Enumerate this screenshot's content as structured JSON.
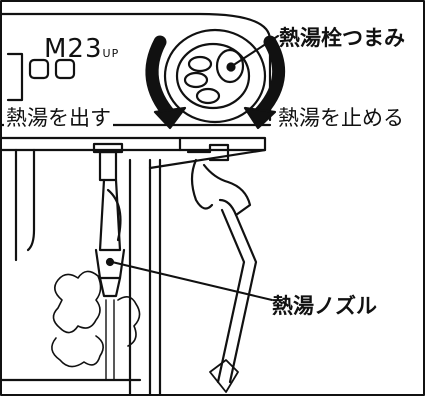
{
  "labels": {
    "knob": "熱湯栓つまみ",
    "dispense": "熱湯を出す",
    "stop": "熱湯を止める",
    "nozzle": "熱湯ノズル"
  },
  "model": {
    "main": "M23",
    "suffix": "UP"
  },
  "colors": {
    "line": "#111111",
    "background": "#ffffff"
  }
}
